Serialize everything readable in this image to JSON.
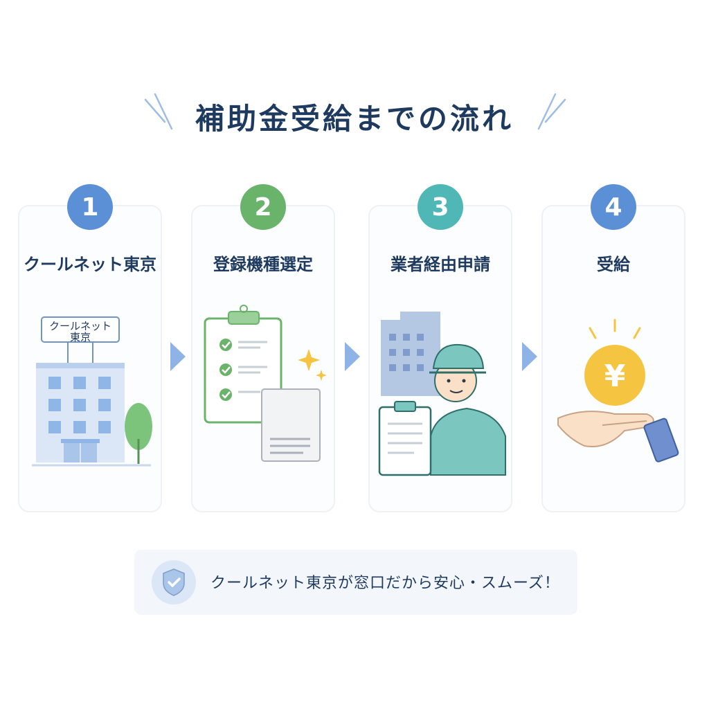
{
  "title": "補助金受給までの流れ",
  "colors": {
    "text": "#1f3a5f",
    "step1": "#5b8fd6",
    "step2": "#6ab36a",
    "step3": "#4fb7b5",
    "step4": "#5b8fd6",
    "arrow": "#8fb3e6",
    "coin": "#f5c542"
  },
  "steps": [
    {
      "number": "1",
      "label": "クールネット東京",
      "illustration": "office-building"
    },
    {
      "number": "2",
      "label": "登録機種選定",
      "illustration": "checklist-clipboard"
    },
    {
      "number": "3",
      "label": "業者経由申請",
      "illustration": "worker-with-clipboard"
    },
    {
      "number": "4",
      "label": "受給",
      "illustration": "yen-coin-on-hand"
    }
  ],
  "building_sign": {
    "line1": "クールネット",
    "line2": "東京"
  },
  "coin_symbol": "¥",
  "note": {
    "text": "クールネット東京が窓口だから安心・スムーズ！",
    "icon": "shield-check-icon"
  }
}
